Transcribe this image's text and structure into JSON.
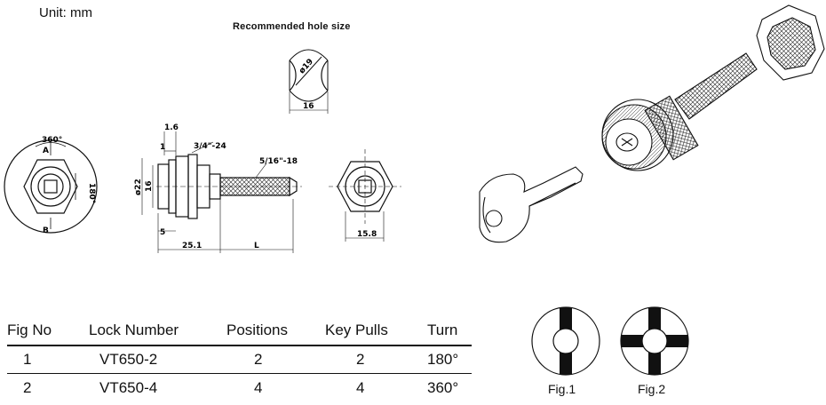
{
  "unit_label": "Unit:  mm",
  "recommended_label": "Recommended  hole  size",
  "dims": {
    "hole_dia": "ø19",
    "hole_width": "16",
    "thick_1_6": "1.6",
    "thick_1": "1",
    "thread_nut": "3/4\"-24",
    "thread_screw": "5/16\"-18",
    "dia_22": "ø22",
    "h_16": "16",
    "h_5": "5",
    "len_25_1": "25.1",
    "len_L": "L",
    "front_15_8": "15.8",
    "angle_360": "360°",
    "angle_180": "180°",
    "pos_A": "A",
    "pos_B": "B"
  },
  "table": {
    "headers": [
      "Fig  No",
      "Lock  Number",
      "Positions",
      "Key  Pulls",
      "Turn"
    ],
    "rows": [
      [
        "1",
        "VT650-2",
        "2",
        "2",
        "180°"
      ],
      [
        "2",
        "VT650-4",
        "4",
        "4",
        "360°"
      ]
    ]
  },
  "figs": {
    "fig1": "Fig.1",
    "fig2": "Fig.2"
  }
}
